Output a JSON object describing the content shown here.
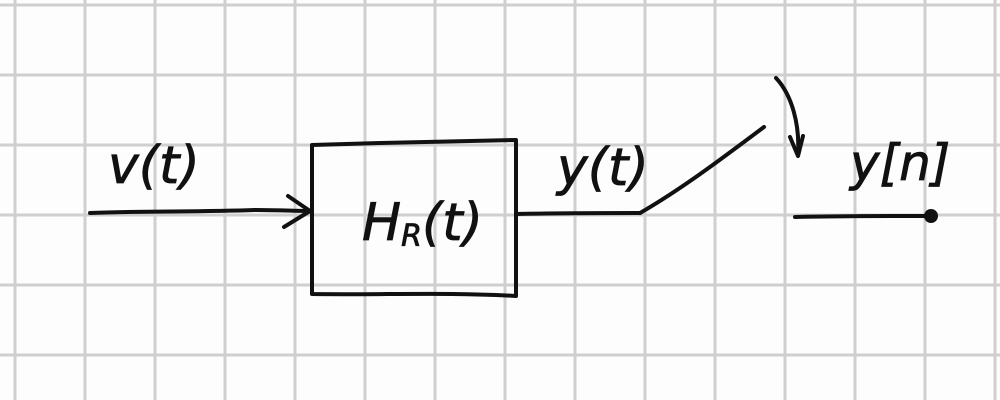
{
  "colors": {
    "ink": "#111111",
    "grid": "#cfcfcf",
    "paper": "#fdfdfd"
  },
  "diagram": {
    "input_label": "v(t)",
    "block_label": "H",
    "block_label_sub": "R",
    "block_label_tail": "(t)",
    "intermediate_label": "y(t)",
    "output_label": "y[n]",
    "icons": {
      "input_arrow": "arrowhead-right-icon",
      "switch_motion": "curved-arrow-icon",
      "output_terminal": "filled-dot-icon"
    }
  }
}
